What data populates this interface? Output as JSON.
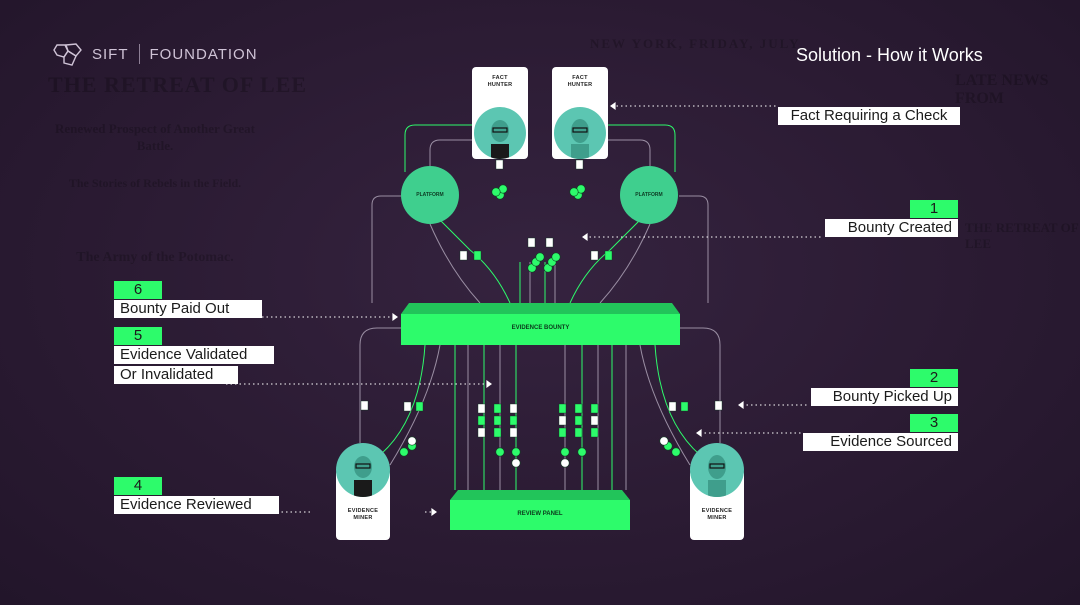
{
  "header": {
    "brand_left": "SIFT",
    "brand_right": "FOUNDATION",
    "title": "Solution - How it Works"
  },
  "roles": {
    "fact_hunter": "FACT\nHUNTER",
    "platform": "PLATFORM",
    "evidence_miner": "EVIDENCE\nMINER"
  },
  "bars": {
    "evidence_bounty": "EVIDENCE BOUNTY",
    "review_panel": "REVIEW PANEL"
  },
  "labels": {
    "fact_check": "Fact Requiring a Check",
    "bounty_created": "Bounty Created",
    "bounty_picked_up": "Bounty Picked Up",
    "evidence_sourced": "Evidence Sourced",
    "evidence_reviewed": "Evidence Reviewed",
    "evidence_validated": "Evidence Validated",
    "or_invalidated": "Or Invalidated",
    "bounty_paid_out": "Bounty Paid Out"
  },
  "steps": {
    "s1": "1",
    "s2": "2",
    "s3": "3",
    "s4": "4",
    "s5": "5",
    "s6": "6"
  },
  "newsprint": [
    "THE RETREAT OF LEE",
    "NEW YORK, FRIDAY, JULY",
    "LATE NEWS FROM",
    "Renewed Prospect of Another Great Battle.",
    "The Stories of Rebels in the Field.",
    "The Army of the Potomac.",
    "THE RETREAT OF LEE"
  ],
  "colors": {
    "accent_green": "#2dfb6b",
    "teal": "#5cc6b2",
    "platform_green": "#3fcf8e",
    "background": "#2b1b33"
  }
}
